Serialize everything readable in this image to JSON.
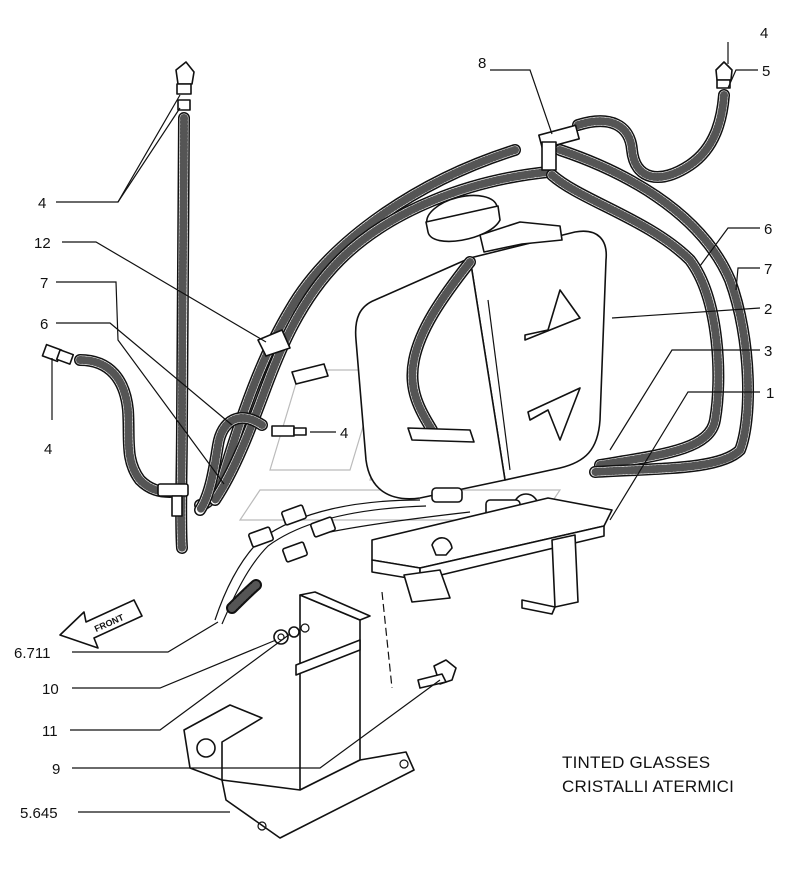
{
  "labels": {
    "l4a": "4",
    "l5": "5",
    "l8": "8",
    "l4b": "4",
    "l12": "12",
    "l7a": "7",
    "l6a": "6",
    "l4c": "4",
    "l4d": "4",
    "l6b": "6",
    "l7b": "7",
    "l2": "2",
    "l3": "3",
    "l1": "1",
    "l6711": "6.711",
    "l10": "10",
    "l11": "11",
    "l9": "9",
    "l5645": "5.645"
  },
  "front_arrow": "FRONT",
  "caption": {
    "line1": "TINTED GLASSES",
    "line2": "CRISTALLI ATERMICI"
  }
}
